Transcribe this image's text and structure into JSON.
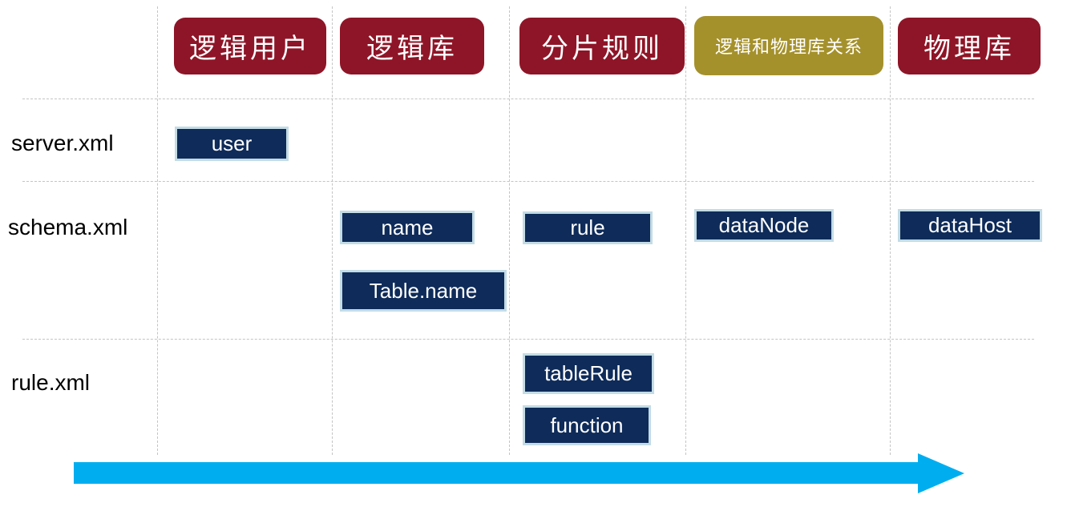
{
  "diagram": {
    "title": "mycat-config-file-mapping",
    "columns": [
      {
        "label": "逻辑用户",
        "color": "#8e1527"
      },
      {
        "label": "逻辑库",
        "color": "#8e1527"
      },
      {
        "label": "分片规则",
        "color": "#8e1527"
      },
      {
        "label": "逻辑和物理库关系",
        "color": "#a5912c"
      },
      {
        "label": "物理库",
        "color": "#8e1527"
      }
    ],
    "rows": [
      {
        "label": "server.xml"
      },
      {
        "label": "schema.xml"
      },
      {
        "label": "rule.xml"
      }
    ],
    "boxes": [
      {
        "label": "user",
        "row": "server.xml",
        "column": "逻辑用户"
      },
      {
        "label": "name",
        "row": "schema.xml",
        "column": "逻辑库"
      },
      {
        "label": "Table.name",
        "row": "schema.xml",
        "column": "逻辑库"
      },
      {
        "label": "rule",
        "row": "schema.xml",
        "column": "分片规则"
      },
      {
        "label": "dataNode",
        "row": "schema.xml",
        "column": "逻辑和物理库关系"
      },
      {
        "label": "dataHost",
        "row": "schema.xml",
        "column": "物理库"
      },
      {
        "label": "tableRule",
        "row": "rule.xml",
        "column": "分片规则"
      },
      {
        "label": "function",
        "row": "rule.xml",
        "column": "分片规则"
      }
    ],
    "colors": {
      "header_maroon": "#8e1527",
      "header_gold": "#a5912c",
      "box_navy": "#0e2b59",
      "box_border": "#c3dce6",
      "arrow_cyan": "#00aeef",
      "grid_line": "#c4c4c4",
      "row_label_text": "#000000"
    },
    "arrow": {
      "direction": "right"
    }
  }
}
